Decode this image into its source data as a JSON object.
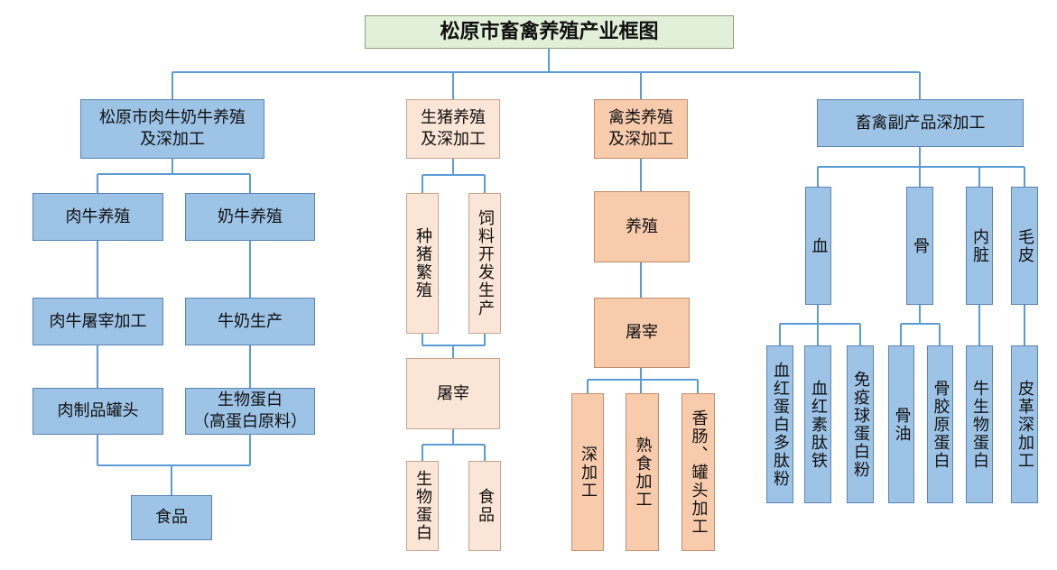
{
  "title": "松原市畜禽养殖产业框图",
  "branches": {
    "beef_dairy": {
      "label": "松原市肉牛奶牛养殖\n及深加工",
      "beef": "肉牛养殖",
      "dairy": "奶牛养殖",
      "beef_slaughter": "肉牛屠宰加工",
      "milk": "牛奶生产",
      "canned_meat": "肉制品罐头",
      "bio_protein": "生物蛋白\n（高蛋白原料）",
      "food": "食品"
    },
    "pig": {
      "label": "生猪养殖\n及深加工",
      "breeding": "种猪繁殖",
      "feed": "饲料开发生产",
      "slaughter": "屠宰",
      "bio_protein": "生物蛋白",
      "food": "食品"
    },
    "poultry": {
      "label": "禽类养殖\n及深加工",
      "breeding": "养殖",
      "slaughter": "屠宰",
      "deep": "深加工",
      "cooked": "熟食加工",
      "sausage": "香肠、罐头加工"
    },
    "byproducts": {
      "label": "畜禽副产品深加工",
      "blood": "血",
      "bone": "骨",
      "organs": "内脏",
      "hair": "毛皮",
      "blood_peptide": "血红蛋白多肽粉",
      "blood_iron": "血红素肽铁",
      "immune": "免疫球蛋白粉",
      "bone_oil": "骨油",
      "collagen": "骨胶原蛋白",
      "bovine_protein": "牛生物蛋白",
      "leather": "皮革深加工"
    }
  },
  "colors": {
    "line": "#5b9bd5",
    "blue_box": "#9dc3e6",
    "light_peach_box": "#fbe5d6",
    "peach_box": "#f8cbad",
    "title_box": "#e2efd9"
  }
}
